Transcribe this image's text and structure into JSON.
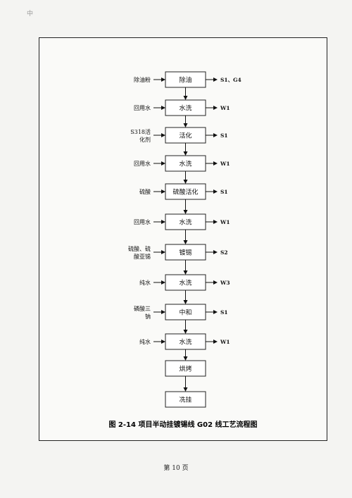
{
  "corner_mark": "中",
  "page_number": "第 10 页",
  "caption": "图 2-14 项目半动挂镀锡线 G02 线工艺流程图",
  "steps": [
    {
      "label": "除油",
      "input": "除油粉",
      "output": "S1、G4"
    },
    {
      "label": "水洗",
      "input": "回用水",
      "output": "W1"
    },
    {
      "label": "活化",
      "input": [
        "S318活",
        "化剂"
      ],
      "output": "S1"
    },
    {
      "label": "水洗",
      "input": "回用水",
      "output": "W1"
    },
    {
      "label": "硫酸活化",
      "input": "硫酸",
      "output": "S1"
    },
    {
      "label": "水洗",
      "input": "回用水",
      "output": "W1"
    },
    {
      "label": "镀锡",
      "input": [
        "硫酸、硫",
        "酸亚锡"
      ],
      "output": "S2"
    },
    {
      "label": "水洗",
      "input": "纯水",
      "output": "W3"
    },
    {
      "label": "中和",
      "input": [
        "磷酸三",
        "钠"
      ],
      "output": "S1"
    },
    {
      "label": "水洗",
      "input": "纯水",
      "output": "W1"
    },
    {
      "label": "烘烤",
      "input": null,
      "output": null
    },
    {
      "label": "冼挂",
      "input": null,
      "output": null
    }
  ]
}
